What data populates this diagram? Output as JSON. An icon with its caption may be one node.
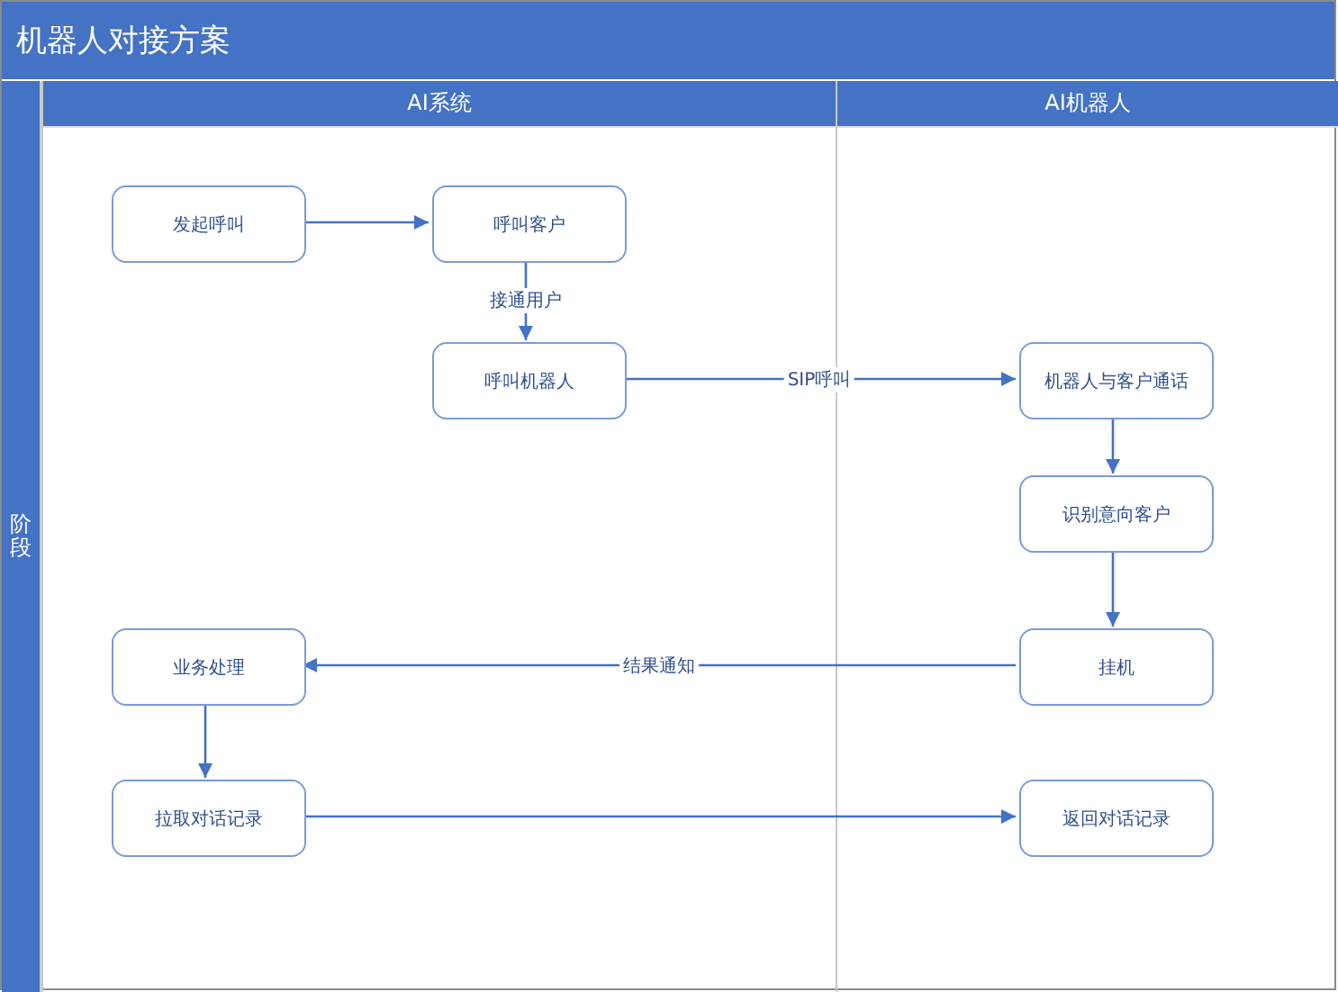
{
  "diagram": {
    "nodes": [
      {
        "text": [
          "机器人对接方案"
        ]
      },
      {
        "text": [
          "阶段"
        ],
        "in": 0
      },
      {
        "text": [
          "AI系统"
        ],
        "in": 0
      },
      {
        "text": [
          "AI机器人"
        ],
        "in": 0
      },
      {
        "text": [
          "发起呼叫"
        ],
        "in": 2
      },
      {
        "text": [
          "呼叫客户"
        ],
        "in": 2
      },
      {
        "text": [
          "呼叫机器人"
        ],
        "in": 2
      },
      {
        "text": [
          "机器人与客户通话"
        ],
        "in": 3
      },
      {
        "text": [
          "识别意向客户"
        ],
        "in": 3
      },
      {
        "text": [
          "挂机"
        ],
        "in": 3
      },
      {
        "text": [
          "业务处理"
        ],
        "in": 2
      },
      {
        "text": [
          "拉取对话记录"
        ],
        "in": 2
      },
      {
        "text": [
          "返回对话记录"
        ],
        "in": 3
      }
    ],
    "edges": [
      {
        "from": 4,
        "to": 5,
        "arrow": "to"
      },
      {
        "from": 5,
        "to": 6,
        "arrow": "to",
        "label": "接通用户"
      },
      {
        "from": 6,
        "to": 7,
        "arrow": "to",
        "label": "SIP呼叫"
      },
      {
        "from": 7,
        "to": 8,
        "arrow": "to"
      },
      {
        "from": 8,
        "to": 9,
        "arrow": "to"
      },
      {
        "from": 9,
        "to": 10,
        "arrow": "to",
        "label": "结果通知"
      },
      {
        "from": 10,
        "to": 11,
        "arrow": "to"
      },
      {
        "from": 11,
        "to": 12,
        "arrow": "to"
      }
    ]
  }
}
